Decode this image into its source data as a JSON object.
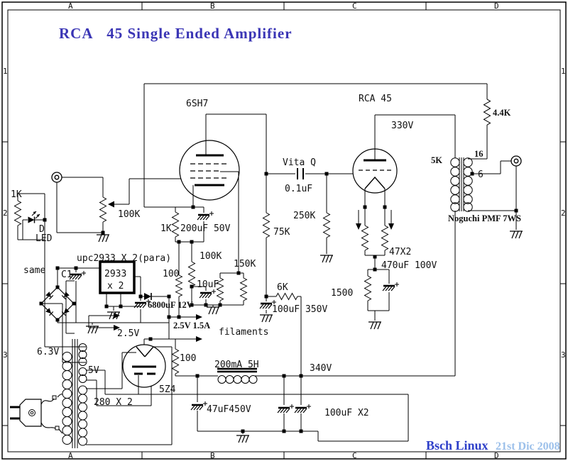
{
  "sheet": {
    "title": "RCA   45 Single Ended Amplifier",
    "cols": [
      "A",
      "B",
      "C",
      "D"
    ],
    "rows": [
      "1",
      "2",
      "3"
    ],
    "footer": {
      "app": "Bsch Linux",
      "date": "21st Dic 2008"
    },
    "colors": {
      "title": "#3a35b5",
      "footer_app": "#2e3fc9",
      "footer_date": "#9cc0ea",
      "ink": "#000000",
      "paper": "#ffffff"
    }
  },
  "labels": {
    "tube_input": "6SH7",
    "tube_output": "RCA 45",
    "tube_rectifier": "5Z4",
    "coupling_brand": "Vita Q",
    "coupling_value": "0.1uF",
    "plate_voltage": "330V",
    "grid_leak": "250K",
    "plate_load": "75K",
    "screen_res": "150K",
    "screen_div": "100K",
    "screen_cap": "10uF",
    "cathode_res": "1K",
    "cathode_cap": "200uF 50V",
    "volume_pot": "100K",
    "led_res": "1K",
    "led_d": "D",
    "led": "LED",
    "same": "same",
    "c1": "C1",
    "regulator": "upc2933 X 2(para)",
    "reg_box_line1": "2933",
    "reg_box_line2": "x 2",
    "reg_cap": "6800uF 12V",
    "rail_25": "2.5V",
    "filament_rating": "2.5V 1.5A",
    "filaments": "filaments",
    "bias_res": "100",
    "heater_63": "6.3V",
    "heater_5": "5V",
    "ht_winding": "280 X 2",
    "rect_res": "100",
    "choke": "200mA 5H",
    "first_cap": "47uF450V",
    "rail_340": "340V",
    "filter_caps": "100uF X2",
    "decouple_res": "6K",
    "decouple_cap": "100uF 350V",
    "hum_res": "47X2",
    "cathode_bypass": "470uF 100V",
    "bias_res_45": "1500",
    "feedback_res": "4.4K",
    "opt_primary": "5K",
    "opt_tap_16": "16",
    "opt_tap_6": "6",
    "opt_name": "Noguchi PMF 7WS"
  }
}
